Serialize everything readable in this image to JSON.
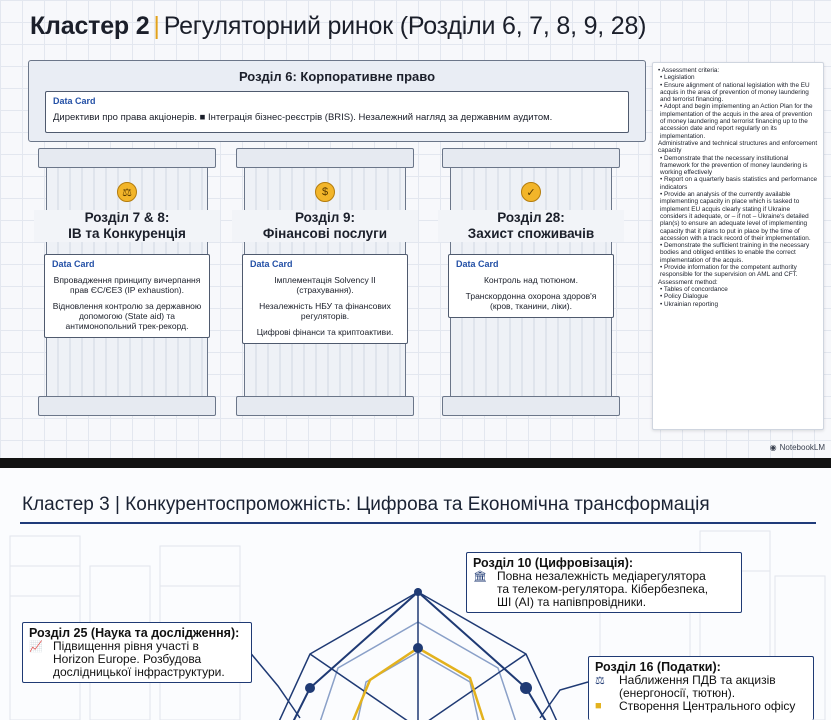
{
  "slide1": {
    "title_bold": "Кластер 2",
    "title_sep": "|",
    "title_rest": "Регуляторний ринок (Розділи 6, 7, 8, 9, 28)",
    "beam": {
      "title": "Розділ 6: Корпоративне право",
      "card_head": "Data Card",
      "card_body": "Директиви про права акціонерів. ■ Інтеграція бізнес-реєстрів (BRIS). Незалежний нагляд за державним аудитом."
    },
    "columns": [
      {
        "icon": "scales-icon",
        "title_l1": "Розділ 7 & 8:",
        "title_l2": "ІВ та Конкуренція",
        "card_head": "Data Card",
        "paragraphs": [
          "Впровадження принципу вичерпання прав ЄС/ЄЕЗ (IP exhaustion).",
          "Відновлення контролю за державною допомогою (State aid) та антимонопольний трек-рекорд."
        ]
      },
      {
        "icon": "coins-icon",
        "title_l1": "Розділ 9:",
        "title_l2": "Фінансові послуги",
        "card_head": "Data Card",
        "paragraphs": [
          "Імплементація Solvency II (страхування).",
          "Незалежність НБУ та фінансових регуляторів.",
          "Цифрові фінанси та криптоактиви."
        ]
      },
      {
        "icon": "shield-check-icon",
        "title_l1": "Розділ 28:",
        "title_l2": "Захист споживачів",
        "card_head": "Data Card",
        "paragraphs": [
          "Контроль над тютюном.",
          "Транскордонна охорона здоров'я (кров, тканини, ліки)."
        ]
      }
    ],
    "criteria": [
      {
        "lvl": 0,
        "t": "• Assessment criteria:"
      },
      {
        "lvl": 1,
        "t": "• Legislation"
      },
      {
        "lvl": 1,
        "t": "• Ensure alignment of national legislation with the EU acquis in the area of prevention of money laundering and terrorist financing."
      },
      {
        "lvl": 1,
        "t": "• Adopt and begin implementing an Action Plan for the implementation of the acquis in the area of prevention of money laundering and terrorist financing up to the accession date and report regularly on its implementation."
      },
      {
        "lvl": 0,
        "t": "Administrative and technical structures and enforcement capacity"
      },
      {
        "lvl": 1,
        "t": "• Demonstrate that the necessary institutional framework for the prevention of money laundering is working effectively"
      },
      {
        "lvl": 1,
        "t": "• Report on a quarterly basis statistics and performance indicators"
      },
      {
        "lvl": 1,
        "t": "• Provide an analysis of the currently available implementing capacity in place which is tasked to implement EU acquis clearly stating if Ukraine considers it adequate, or – if not – Ukraine's detailed plan(s) to ensure an adequate level of implementing capacity that it plans to put in place by the time of accession with a track record of their implementation."
      },
      {
        "lvl": 1,
        "t": "• Demonstrate the sufficient training in the necessary bodies and obliged entities to enable the correct implementation of the acquis."
      },
      {
        "lvl": 1,
        "t": "• Provide information for the competent authority responsible for the supervision on AML and CFT."
      },
      {
        "lvl": 0,
        "t": "Assessment method:"
      },
      {
        "lvl": 1,
        "t": "• Tables of concordance"
      },
      {
        "lvl": 1,
        "t": "• Policy Dialogue"
      },
      {
        "lvl": 1,
        "t": "• Ukrainian reporting"
      }
    ],
    "watermark": "NotebookLM"
  },
  "slide2": {
    "title": "Кластер 3 | Конкурентоспроможність: Цифрова та Економічна трансформація",
    "callouts": {
      "r10": {
        "title": "Розділ 10 (Цифровізація):",
        "icon": "bank-icon",
        "lines": [
          "Повна незалежність медіарегулятора",
          "та телеком-регулятора. Кібербезпека,",
          "ШІ (AI) та напівпровідники."
        ]
      },
      "r25": {
        "title": "Розділ 25 (Наука та дослідження):",
        "icon": "trend-up-icon",
        "lines": [
          "Підвищення рівня участі в",
          "Horizon Europe. Розбудова",
          "дослідницької інфраструктури."
        ]
      },
      "r16": {
        "title": "Розділ 16 (Податки):",
        "icon": "scales-icon",
        "lines": [
          "Наближення ПДВ та акцизів",
          "(енергоносії, тютюн).",
          "Створення Центрального офісу"
        ]
      }
    }
  }
}
